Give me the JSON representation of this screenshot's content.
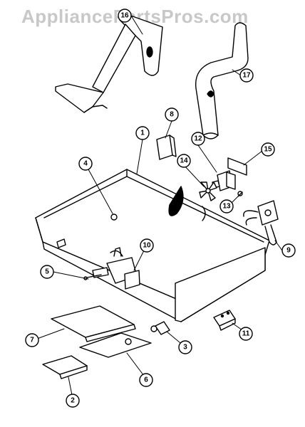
{
  "watermark": "AppliancePartsPros.com",
  "diagram": {
    "callouts": [
      "1",
      "2",
      "3",
      "4",
      "5",
      "6",
      "7",
      "8",
      "9",
      "10",
      "11",
      "12",
      "13",
      "14",
      "15",
      "16",
      "17"
    ]
  }
}
